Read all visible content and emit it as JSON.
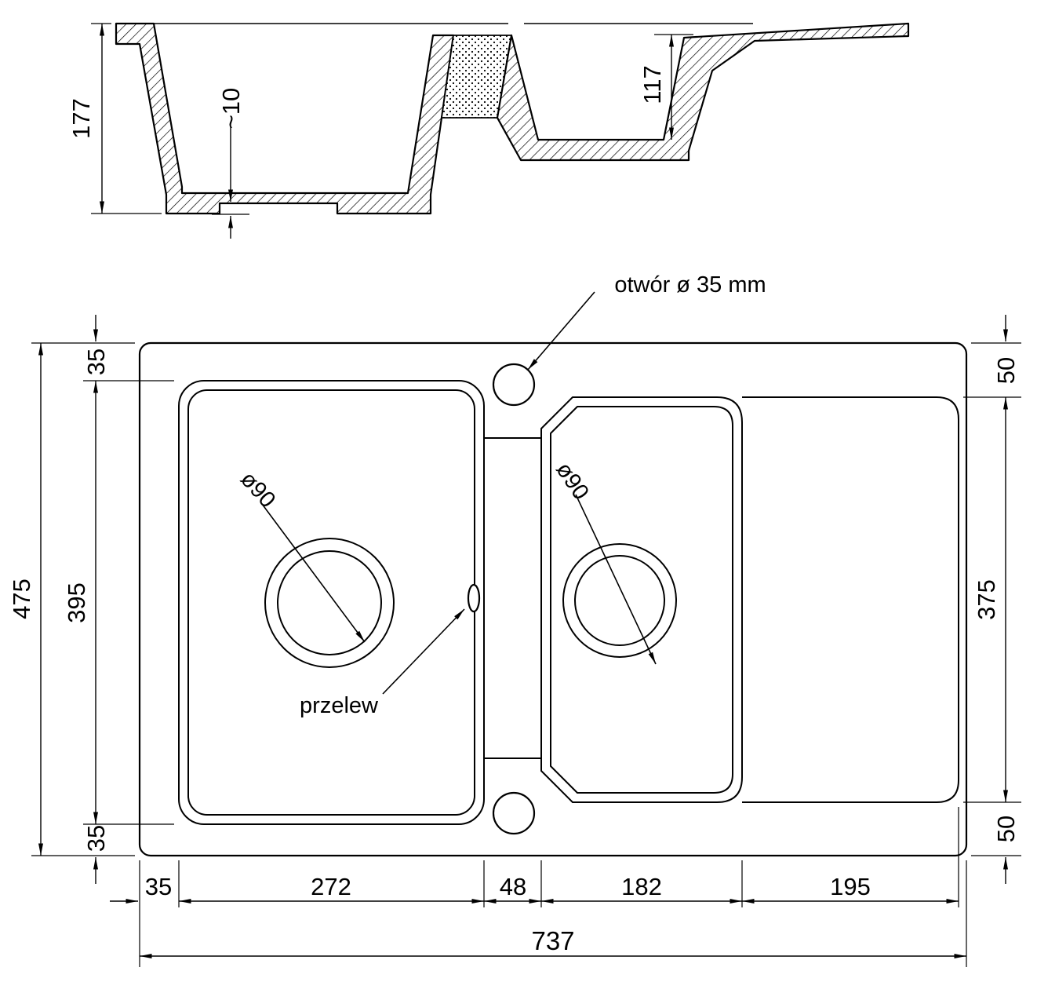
{
  "section": {
    "dims": {
      "depth_main": "177",
      "recess": "~10",
      "depth_secondary": "117"
    }
  },
  "plan": {
    "annotations": {
      "tap_hole": "otwór ø 35 mm",
      "overflow": "przelew",
      "main_drain": "ø90",
      "secondary_drain": "ø90"
    },
    "dims": {
      "total_height": "475",
      "main_bowl_height": "395",
      "top_margin": "35",
      "bottom_margin": "35",
      "right_top": "50",
      "drainer_height": "375",
      "right_bottom": "50",
      "left_margin": "35",
      "main_bowl_width": "272",
      "channel_width": "48",
      "secondary_bowl_width": "182",
      "drainer_width": "195",
      "total_width": "737"
    }
  },
  "colors": {
    "line": "#000000",
    "background": "#ffffff"
  }
}
